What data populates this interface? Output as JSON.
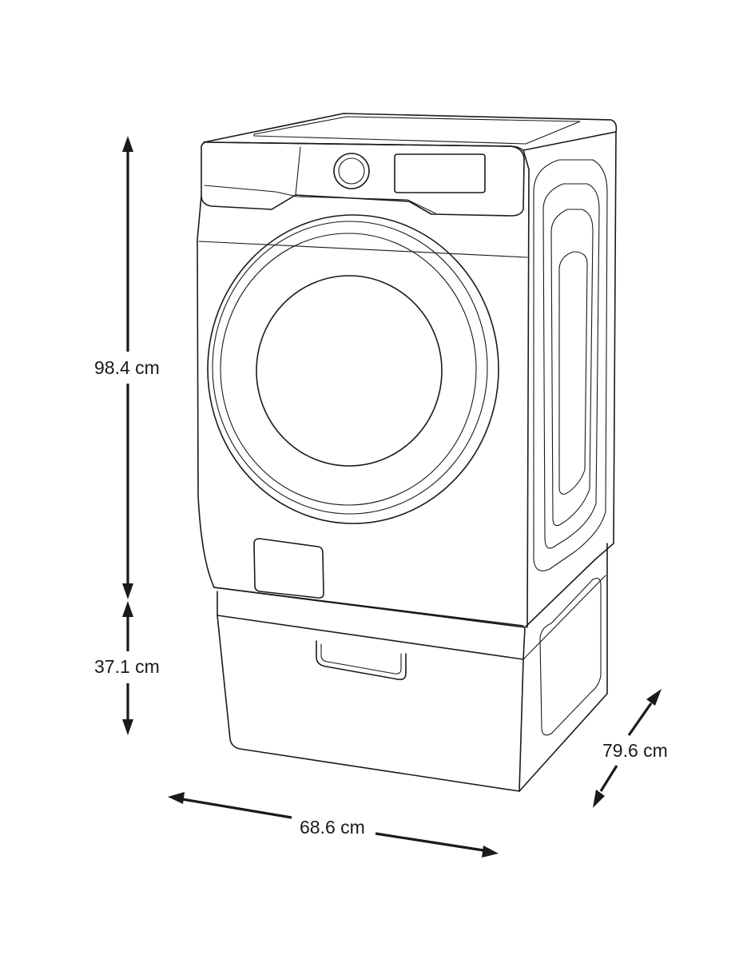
{
  "dimensions": {
    "height": "98.4 cm",
    "pedestal_height": "37.1 cm",
    "depth": "79.6 cm",
    "width": "68.6 cm"
  },
  "colors": {
    "line": "#1a1a1a",
    "background": "#ffffff"
  },
  "icons": [
    "washer-line-drawing",
    "double-headed-arrow"
  ]
}
